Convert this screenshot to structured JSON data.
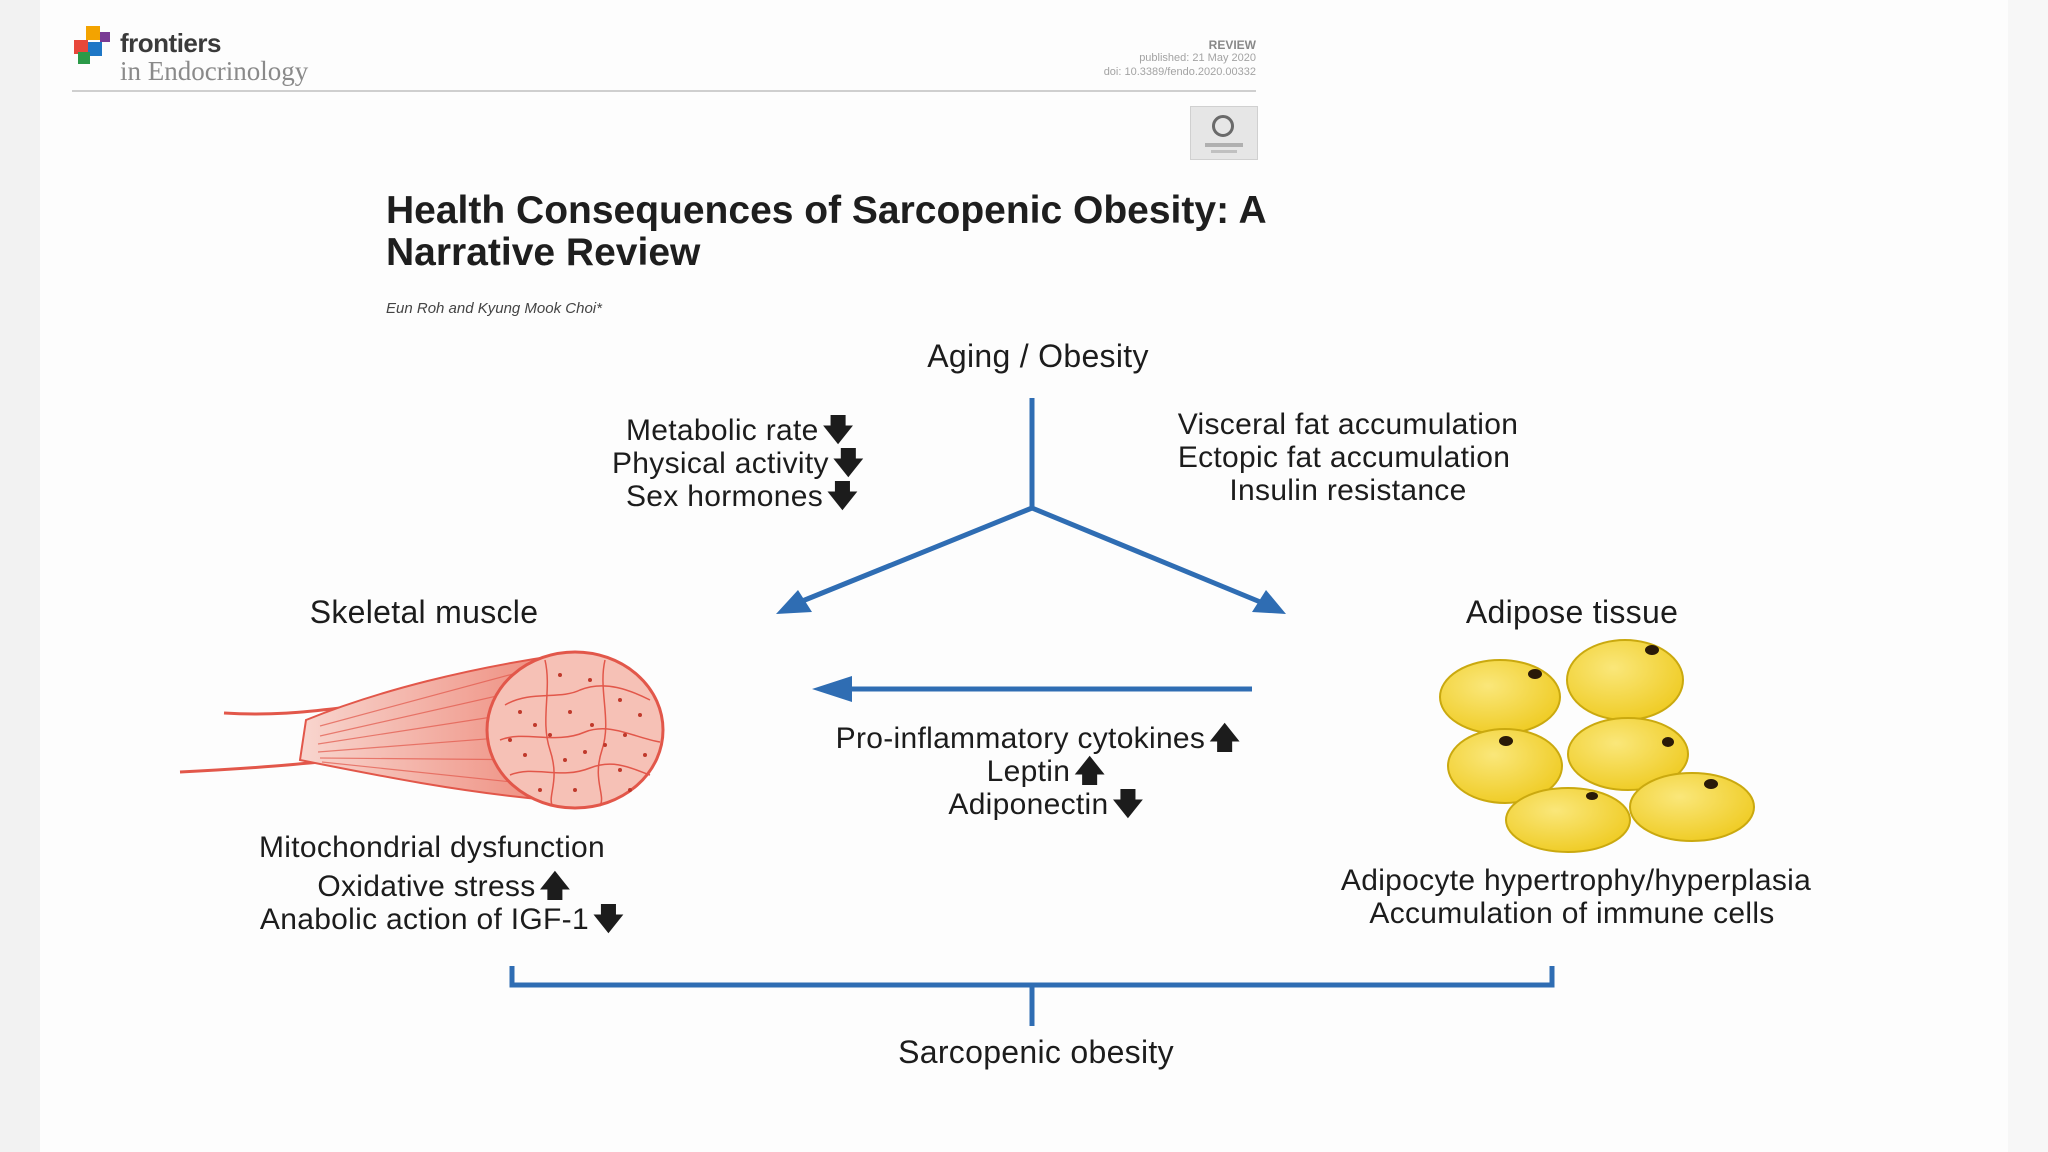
{
  "header": {
    "journal_line1": "frontiers",
    "journal_line2": "in Endocrinology",
    "article_type": "REVIEW",
    "published": "published: 21 May 2020",
    "doi": "doi: 10.3389/fendo.2020.00332"
  },
  "article": {
    "title": "Health Consequences of Sarcopenic Obesity: A Narrative Review",
    "authors": "Eun Roh and Kyung Mook Choi*"
  },
  "diagram": {
    "top_label": "Aging / Obesity",
    "left_factors": [
      {
        "text": "Metabolic rate",
        "arrow": "🡇"
      },
      {
        "text": "Physical activity",
        "arrow": "🡇"
      },
      {
        "text": "Sex hormones",
        "arrow": "🡇"
      }
    ],
    "right_factors": [
      "Visceral fat accumulation",
      "Ectopic fat accumulation",
      "Insulin resistance"
    ],
    "left_node": "Skeletal muscle",
    "right_node": "Adipose tissue",
    "cytokine_factors": [
      {
        "text": "Pro-inflammatory cytokines",
        "arrow": "🡅"
      },
      {
        "text": "Leptin",
        "arrow": "🡅"
      },
      {
        "text": "Adiponectin",
        "arrow": "🡇"
      }
    ],
    "muscle_effects": [
      {
        "text": "Mitochondrial dysfunction",
        "arrow": ""
      },
      {
        "text": "Oxidative stress",
        "arrow": "🡅"
      },
      {
        "text": "Anabolic action of IGF-1",
        "arrow": "🡇"
      }
    ],
    "adipose_effects": [
      "Adipocyte hypertrophy/hyperplasia",
      "Accumulation of immune cells"
    ],
    "bottom_label": "Sarcopenic obesity",
    "colors": {
      "arrow_blue": "#2f6db3",
      "muscle_red": "#e2574a",
      "muscle_light": "#f6c1b6",
      "fat_yellow": "#f4d730",
      "fat_edge": "#caa90f",
      "nucleus": "#2a1a08"
    }
  }
}
